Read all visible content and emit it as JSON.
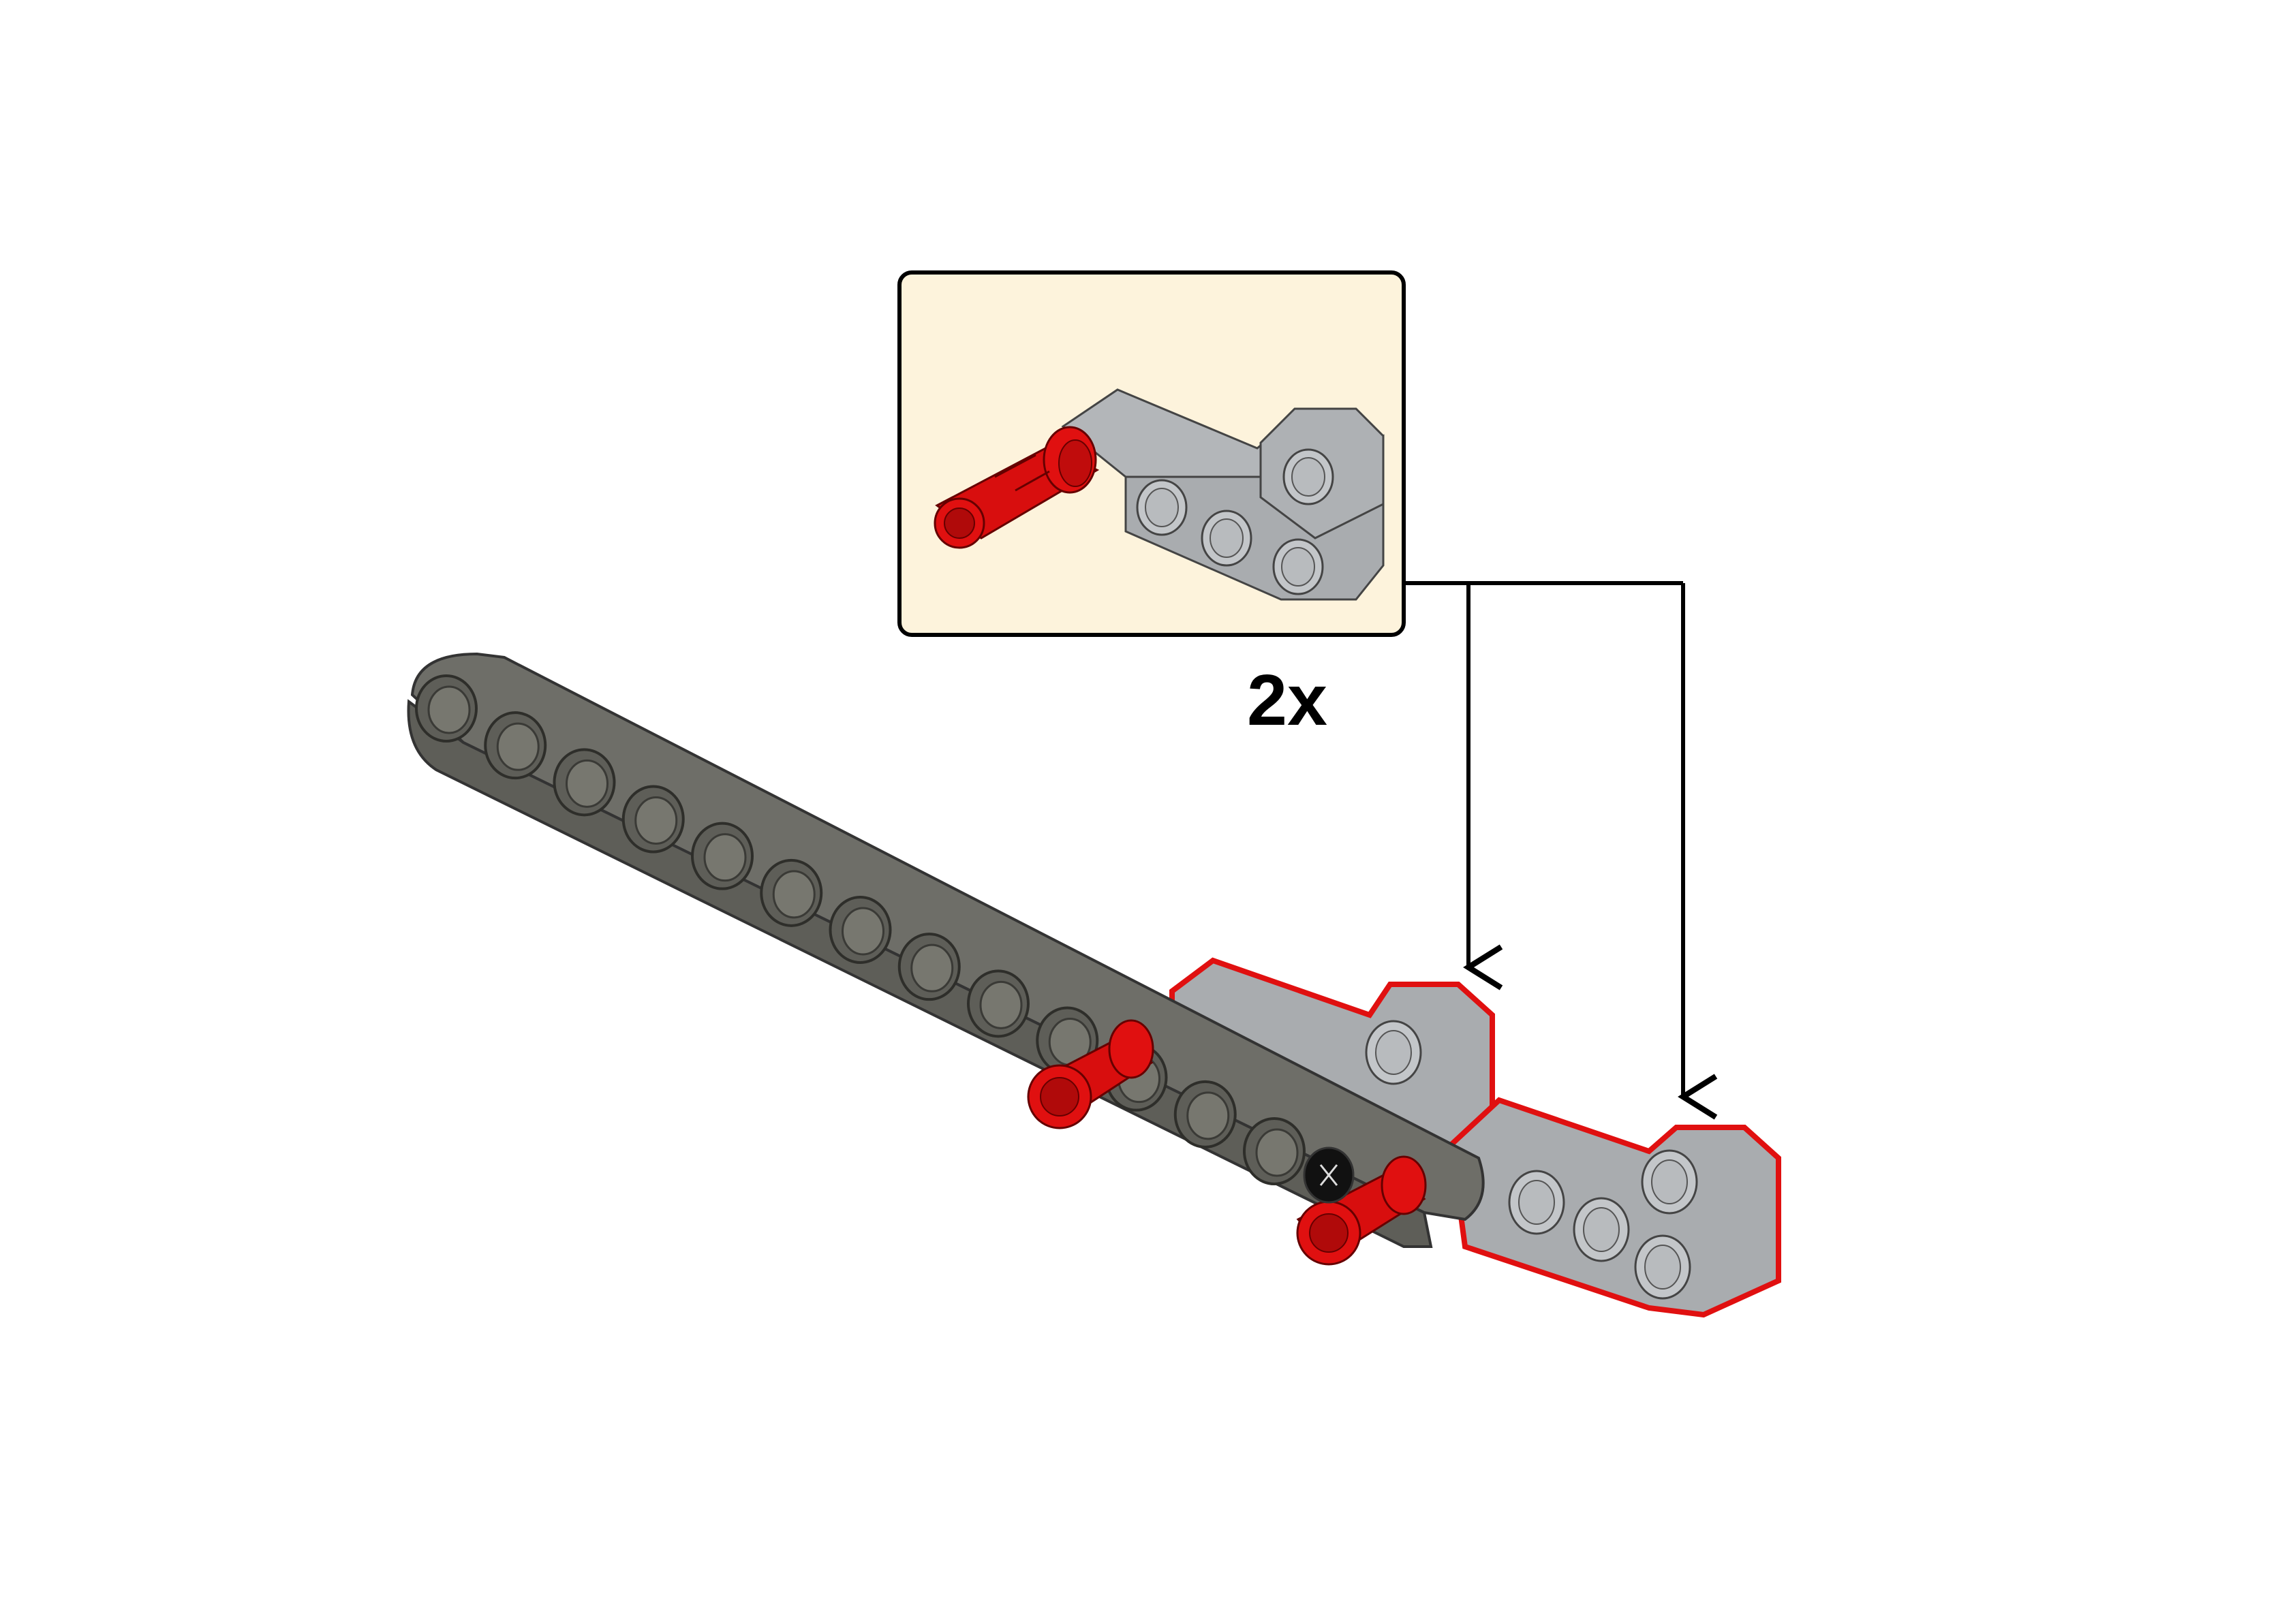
{
  "step": {
    "quantity_label": "2x",
    "callout": {
      "background": "#fdf3dc",
      "border": "#000000",
      "parts": [
        "red-axle-pin",
        "light-gray-l-beam"
      ]
    },
    "arrow_count": 2
  },
  "colors": {
    "dark_beam": "#6e6e68",
    "dark_beam_hole": "#5e5e58",
    "light_beam": "#a9acaf",
    "light_beam_hole": "#c3c6c9",
    "pin_red": "#e01010",
    "highlight_outline": "#e01010",
    "arrow": "#000000"
  },
  "icons": [
    "long-dark-gray-beam",
    "red-friction-pin",
    "light-gray-l-beam",
    "down-arrow"
  ]
}
